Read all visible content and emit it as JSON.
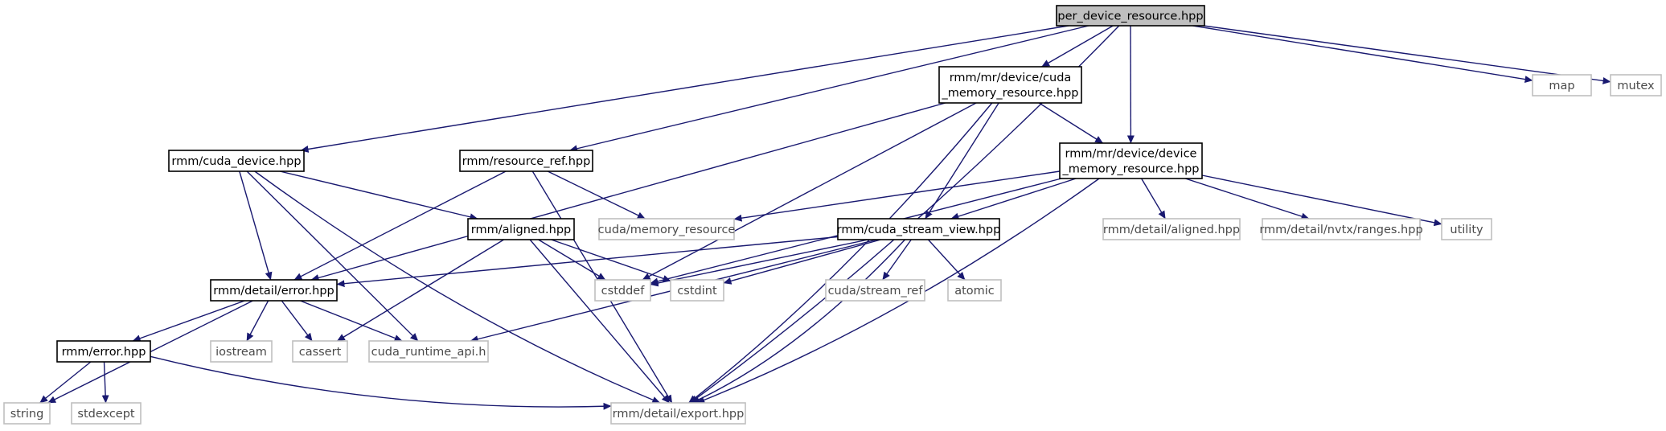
{
  "diagram": {
    "type": "include-dependency-graph",
    "edge_color": "#191970",
    "root_fill": "#bfbfbf",
    "external_border": "#bfbfbf",
    "nodes": [
      {
        "id": "root",
        "lines": [
          "per_device_resource.hpp"
        ],
        "kind": "root"
      },
      {
        "id": "cuda_mr",
        "lines": [
          "rmm/mr/device/cuda",
          "_memory_resource.hpp"
        ],
        "kind": "local"
      },
      {
        "id": "map",
        "lines": [
          "map"
        ],
        "kind": "external"
      },
      {
        "id": "mutex",
        "lines": [
          "mutex"
        ],
        "kind": "external"
      },
      {
        "id": "cuda_device",
        "lines": [
          "rmm/cuda_device.hpp"
        ],
        "kind": "local"
      },
      {
        "id": "resource_ref",
        "lines": [
          "rmm/resource_ref.hpp"
        ],
        "kind": "local"
      },
      {
        "id": "device_mr",
        "lines": [
          "rmm/mr/device/device",
          "_memory_resource.hpp"
        ],
        "kind": "local"
      },
      {
        "id": "aligned",
        "lines": [
          "rmm/aligned.hpp"
        ],
        "kind": "local"
      },
      {
        "id": "cuda_memory_resource",
        "lines": [
          "cuda/memory_resource"
        ],
        "kind": "external"
      },
      {
        "id": "stream_view",
        "lines": [
          "rmm/cuda_stream_view.hpp"
        ],
        "kind": "local"
      },
      {
        "id": "detail_aligned",
        "lines": [
          "rmm/detail/aligned.hpp"
        ],
        "kind": "external"
      },
      {
        "id": "nvtx",
        "lines": [
          "rmm/detail/nvtx/ranges.hpp"
        ],
        "kind": "external"
      },
      {
        "id": "utility",
        "lines": [
          "utility"
        ],
        "kind": "external"
      },
      {
        "id": "detail_error",
        "lines": [
          "rmm/detail/error.hpp"
        ],
        "kind": "local"
      },
      {
        "id": "cstddef",
        "lines": [
          "cstddef"
        ],
        "kind": "external"
      },
      {
        "id": "cstdint",
        "lines": [
          "cstdint"
        ],
        "kind": "external"
      },
      {
        "id": "stream_ref",
        "lines": [
          "cuda/stream_ref"
        ],
        "kind": "external"
      },
      {
        "id": "atomic",
        "lines": [
          "atomic"
        ],
        "kind": "external"
      },
      {
        "id": "rmm_error",
        "lines": [
          "rmm/error.hpp"
        ],
        "kind": "local"
      },
      {
        "id": "iostream",
        "lines": [
          "iostream"
        ],
        "kind": "external"
      },
      {
        "id": "cassert",
        "lines": [
          "cassert"
        ],
        "kind": "external"
      },
      {
        "id": "runtime_api",
        "lines": [
          "cuda_runtime_api.h"
        ],
        "kind": "external"
      },
      {
        "id": "string",
        "lines": [
          "string"
        ],
        "kind": "external"
      },
      {
        "id": "stdexcept",
        "lines": [
          "stdexcept"
        ],
        "kind": "external"
      },
      {
        "id": "export",
        "lines": [
          "rmm/detail/export.hpp"
        ],
        "kind": "external"
      }
    ],
    "edges": [
      [
        "root",
        "cuda_device"
      ],
      [
        "root",
        "resource_ref"
      ],
      [
        "root",
        "cuda_mr"
      ],
      [
        "root",
        "device_mr"
      ],
      [
        "root",
        "map"
      ],
      [
        "root",
        "mutex"
      ],
      [
        "root",
        "export"
      ],
      [
        "cuda_mr",
        "detail_error"
      ],
      [
        "cuda_mr",
        "cstddef"
      ],
      [
        "cuda_mr",
        "stream_view"
      ],
      [
        "cuda_mr",
        "export"
      ],
      [
        "cuda_mr",
        "device_mr"
      ],
      [
        "cuda_device",
        "aligned"
      ],
      [
        "cuda_device",
        "detail_error"
      ],
      [
        "cuda_device",
        "runtime_api"
      ],
      [
        "cuda_device",
        "export"
      ],
      [
        "resource_ref",
        "cuda_memory_resource"
      ],
      [
        "resource_ref",
        "detail_error"
      ],
      [
        "resource_ref",
        "export"
      ],
      [
        "device_mr",
        "cuda_memory_resource"
      ],
      [
        "device_mr",
        "stream_view"
      ],
      [
        "device_mr",
        "detail_aligned"
      ],
      [
        "device_mr",
        "nvtx"
      ],
      [
        "device_mr",
        "utility"
      ],
      [
        "device_mr",
        "cstddef"
      ],
      [
        "device_mr",
        "export"
      ],
      [
        "aligned",
        "cassert"
      ],
      [
        "aligned",
        "cstddef"
      ],
      [
        "aligned",
        "cstdint"
      ],
      [
        "aligned",
        "export"
      ],
      [
        "stream_view",
        "detail_error"
      ],
      [
        "stream_view",
        "cstddef"
      ],
      [
        "stream_view",
        "cstdint"
      ],
      [
        "stream_view",
        "stream_ref"
      ],
      [
        "stream_view",
        "atomic"
      ],
      [
        "stream_view",
        "runtime_api"
      ],
      [
        "stream_view",
        "export"
      ],
      [
        "detail_error",
        "rmm_error"
      ],
      [
        "detail_error",
        "iostream"
      ],
      [
        "detail_error",
        "cassert"
      ],
      [
        "detail_error",
        "runtime_api"
      ],
      [
        "detail_error",
        "string"
      ],
      [
        "rmm_error",
        "string"
      ],
      [
        "rmm_error",
        "stdexcept"
      ],
      [
        "rmm_error",
        "export"
      ]
    ]
  }
}
